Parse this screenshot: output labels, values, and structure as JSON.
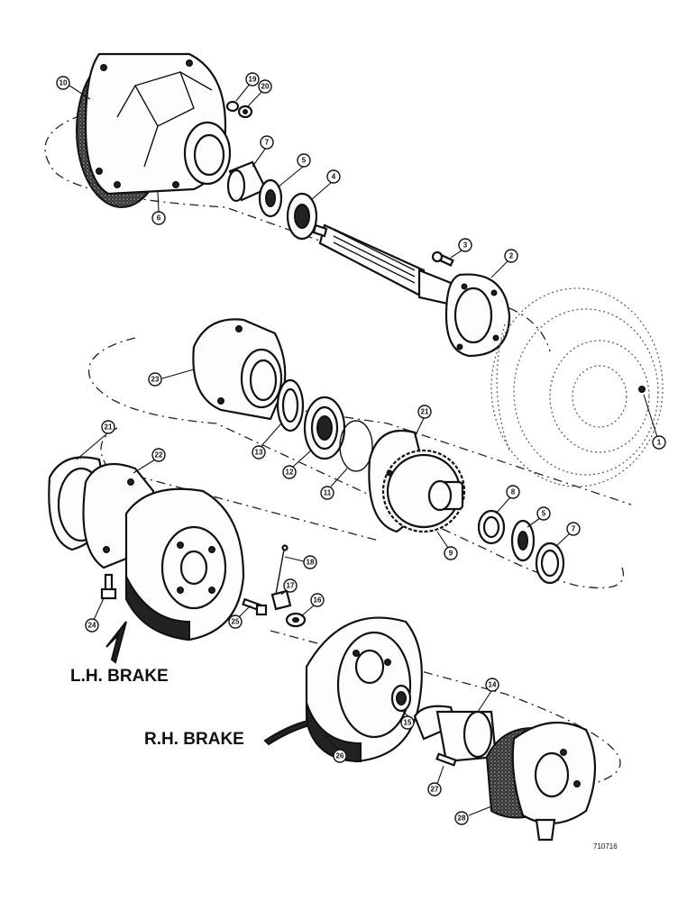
{
  "labels": {
    "lh_brake": "L.H. BRAKE",
    "rh_brake": "R.H. BRAKE",
    "ref_number": "710716"
  },
  "callouts": [
    {
      "num": "1"
    },
    {
      "num": "2"
    },
    {
      "num": "3"
    },
    {
      "num": "4"
    },
    {
      "num": "5"
    },
    {
      "num": "6"
    },
    {
      "num": "7"
    },
    {
      "num": "8"
    },
    {
      "num": "9"
    },
    {
      "num": "10"
    },
    {
      "num": "11"
    },
    {
      "num": "12"
    },
    {
      "num": "13"
    },
    {
      "num": "14"
    },
    {
      "num": "15"
    },
    {
      "num": "16"
    },
    {
      "num": "17"
    },
    {
      "num": "18"
    },
    {
      "num": "19"
    },
    {
      "num": "20"
    },
    {
      "num": "21"
    },
    {
      "num": "21"
    },
    {
      "num": "22"
    },
    {
      "num": "23"
    },
    {
      "num": "24"
    },
    {
      "num": "25"
    },
    {
      "num": "26"
    },
    {
      "num": "27"
    },
    {
      "num": "28"
    },
    {
      "num": "5"
    },
    {
      "num": "7"
    }
  ]
}
